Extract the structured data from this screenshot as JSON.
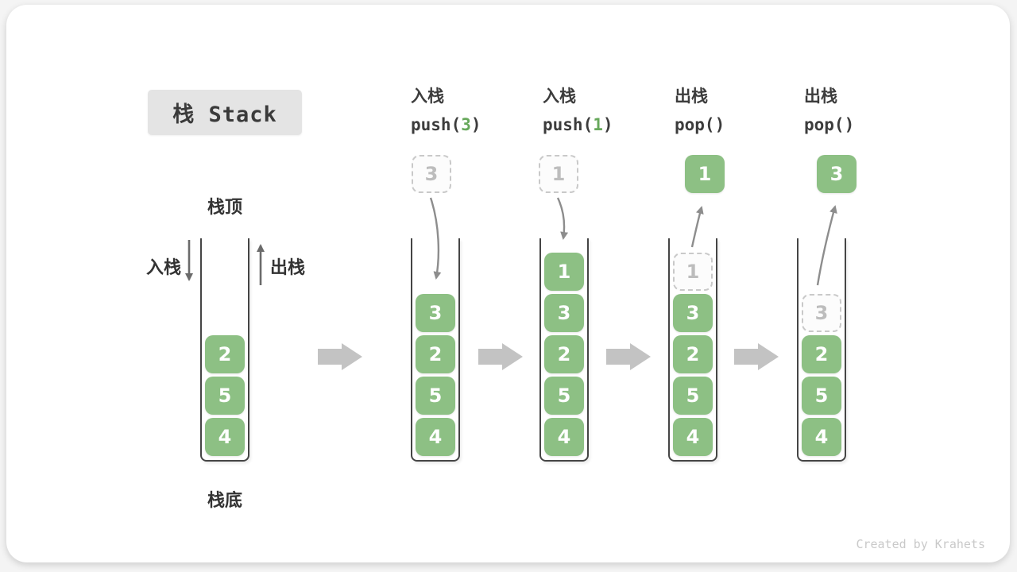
{
  "title_box": {
    "text": "栈 Stack"
  },
  "labels": {
    "stack_top": "栈顶",
    "stack_bottom": "栈底",
    "push_side": "入栈",
    "pop_side": "出栈"
  },
  "operations": [
    {
      "label": "入栈",
      "code_pre": "push(",
      "code_num": "3",
      "code_post": ")"
    },
    {
      "label": "入栈",
      "code_pre": "push(",
      "code_num": "1",
      "code_post": ")"
    },
    {
      "label": "出栈",
      "code_pre": "pop()",
      "code_num": "",
      "code_post": ""
    },
    {
      "label": "出栈",
      "code_pre": "pop()",
      "code_num": "",
      "code_post": ""
    }
  ],
  "floating": [
    {
      "value": "3",
      "style": "ghost"
    },
    {
      "value": "1",
      "style": "ghost"
    },
    {
      "value": "1",
      "style": "solid"
    },
    {
      "value": "3",
      "style": "solid"
    }
  ],
  "stacks": [
    {
      "items": [
        {
          "value": "2",
          "style": "solid"
        },
        {
          "value": "5",
          "style": "solid"
        },
        {
          "value": "4",
          "style": "solid"
        }
      ]
    },
    {
      "items": [
        {
          "value": "3",
          "style": "solid"
        },
        {
          "value": "2",
          "style": "solid"
        },
        {
          "value": "5",
          "style": "solid"
        },
        {
          "value": "4",
          "style": "solid"
        }
      ]
    },
    {
      "items": [
        {
          "value": "1",
          "style": "solid"
        },
        {
          "value": "3",
          "style": "solid"
        },
        {
          "value": "2",
          "style": "solid"
        },
        {
          "value": "5",
          "style": "solid"
        },
        {
          "value": "4",
          "style": "solid"
        }
      ]
    },
    {
      "items": [
        {
          "value": "1",
          "style": "ghost"
        },
        {
          "value": "3",
          "style": "solid"
        },
        {
          "value": "2",
          "style": "solid"
        },
        {
          "value": "5",
          "style": "solid"
        },
        {
          "value": "4",
          "style": "solid"
        }
      ]
    },
    {
      "items": [
        {
          "value": "3",
          "style": "ghost"
        },
        {
          "value": "2",
          "style": "solid"
        },
        {
          "value": "5",
          "style": "solid"
        },
        {
          "value": "4",
          "style": "solid"
        }
      ]
    }
  ],
  "watermark": {
    "text": "Created by Krahets"
  },
  "colors": {
    "element_green": "#8dc084",
    "code_number_green": "#67a85b",
    "ghost_gray": "#c9c9c9",
    "arrow_gray": "#8d8d8d",
    "block_arrow_gray": "#c3c3c3",
    "title_bg": "#e4e4e4"
  }
}
